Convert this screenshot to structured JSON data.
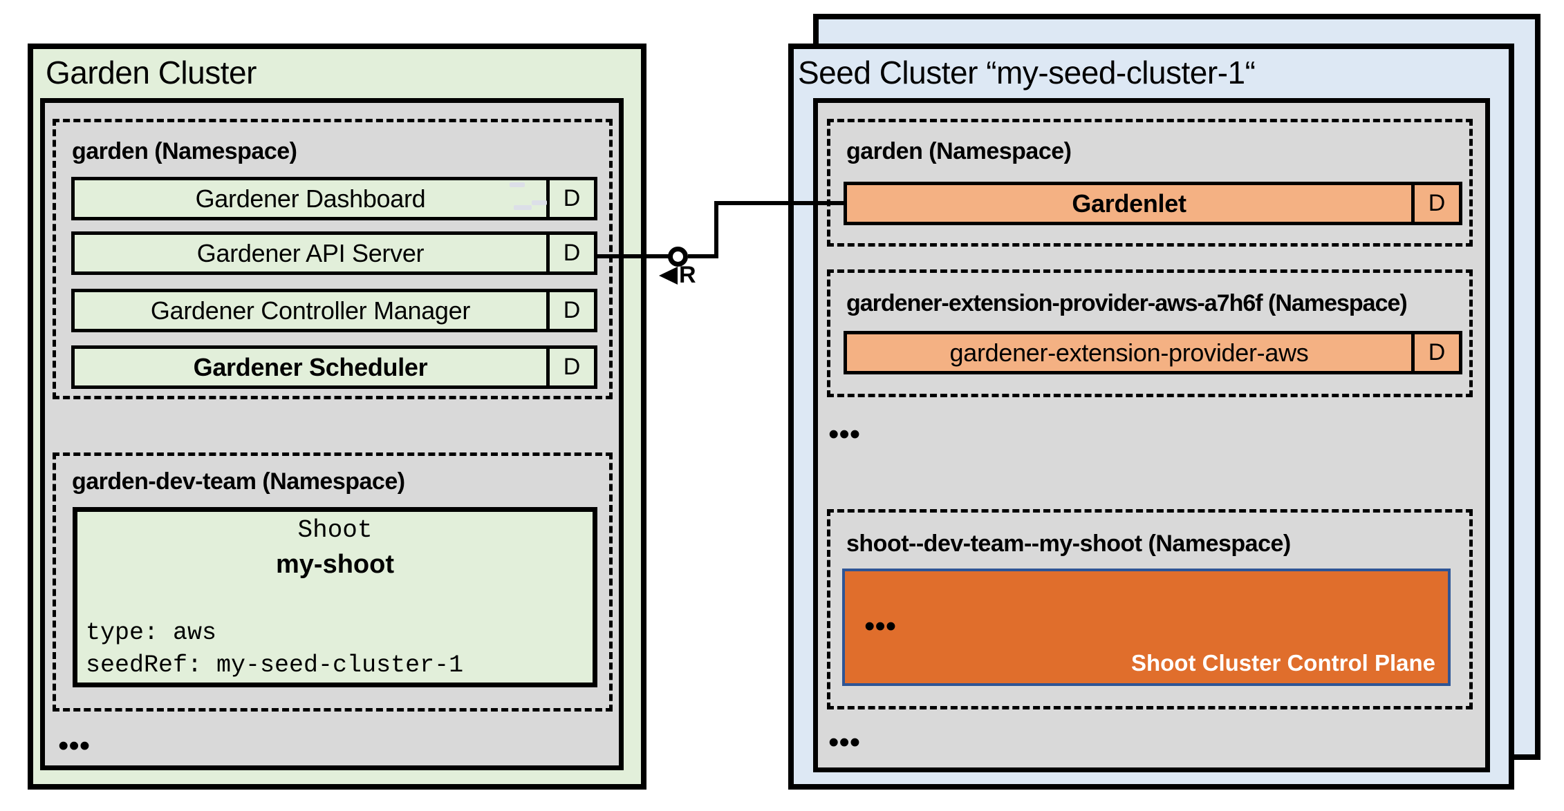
{
  "colors": {
    "garden_cluster_fill": "#e2efda",
    "seed_cluster_fill": "#dde8f4",
    "namespace_gray_fill": "#d9d9d9",
    "component_green_fill": "#e2efda",
    "component_orange_fill": "#f4b183",
    "control_plane_fill": "#e06e2c",
    "control_plane_border": "#2e5596",
    "line_color": "#000000"
  },
  "garden_cluster": {
    "title": "Garden Cluster",
    "garden_namespace": {
      "label": "garden (Namespace)",
      "components": [
        {
          "name": "Gardener Dashboard",
          "badge": "D"
        },
        {
          "name": "Gardener API Server",
          "badge": "D"
        },
        {
          "name": "Gardener Controller Manager",
          "badge": "D"
        },
        {
          "name": "Gardener Scheduler",
          "badge": "D"
        }
      ]
    },
    "dev_team_namespace": {
      "label": "garden-dev-team (Namespace)",
      "shoot": {
        "kind": "Shoot",
        "name": "my-shoot",
        "spec": [
          "type: aws",
          "seedRef: my-seed-cluster-1"
        ]
      }
    },
    "ellipsis": "•••"
  },
  "connector": {
    "label": "R"
  },
  "seed_cluster": {
    "title": "Seed Cluster “my-seed-cluster-1“",
    "garden_namespace": {
      "label": "garden (Namespace)",
      "component": {
        "name": "Gardenlet",
        "badge": "D"
      }
    },
    "extension_namespace": {
      "label": "gardener-extension-provider-aws-a7h6f (Namespace)",
      "component": {
        "name": "gardener-extension-provider-aws",
        "badge": "D"
      }
    },
    "ellipsis_1": "•••",
    "shoot_namespace": {
      "label": "shoot--dev-team--my-shoot (Namespace)",
      "control_plane": {
        "ellipsis": "•••",
        "label": "Shoot Cluster Control Plane"
      }
    },
    "ellipsis_2": "•••"
  }
}
